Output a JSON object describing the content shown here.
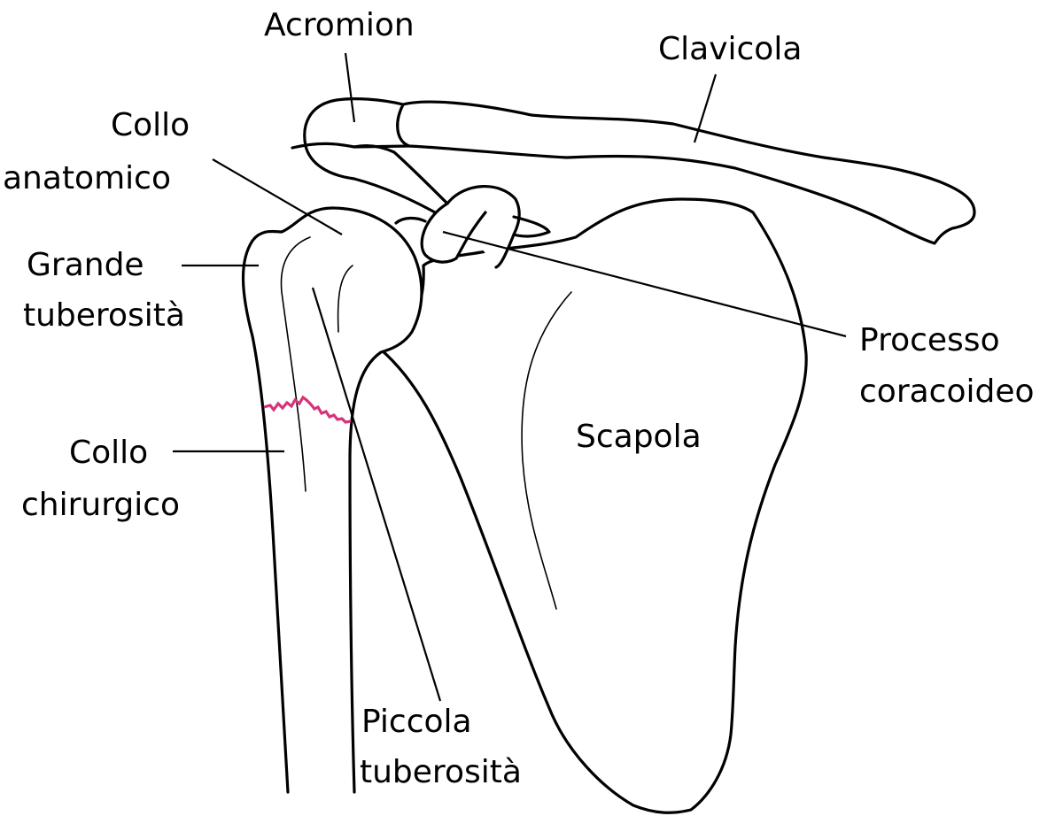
{
  "diagram": {
    "subject": "Shoulder anatomy — proximal humerus fracture at the surgical neck",
    "colors": {
      "outline": "#000000",
      "fracture": "#d6347a",
      "background": "#ffffff"
    },
    "labels": {
      "acromion": "Acromion",
      "clavicola": "Clavicola",
      "collo_anatomico_1": "Collo",
      "collo_anatomico_2": "anatomico",
      "grande_tuberosita_1": "Grande",
      "grande_tuberosita_2": "tuberosità",
      "processo_coracoideo_1": "Processo",
      "processo_coracoideo_2": "coracoideo",
      "scapola": "Scapola",
      "collo_chirurgico_1": "Collo",
      "collo_chirurgico_2": "chirurgico",
      "piccola_tuberosita_1": "Piccola",
      "piccola_tuberosita_2": "tuberosità"
    },
    "structures": [
      {
        "id": "acromion",
        "label": "Acromion"
      },
      {
        "id": "clavicle",
        "label": "Clavicola"
      },
      {
        "id": "anatomical-neck",
        "label": "Collo anatomico"
      },
      {
        "id": "greater-tuberosity",
        "label": "Grande tuberosità"
      },
      {
        "id": "coracoid-process",
        "label": "Processo coracoideo"
      },
      {
        "id": "scapula",
        "label": "Scapola"
      },
      {
        "id": "surgical-neck",
        "label": "Collo chirurgico"
      },
      {
        "id": "lesser-tuberosity",
        "label": "Piccola tuberosità"
      }
    ]
  }
}
